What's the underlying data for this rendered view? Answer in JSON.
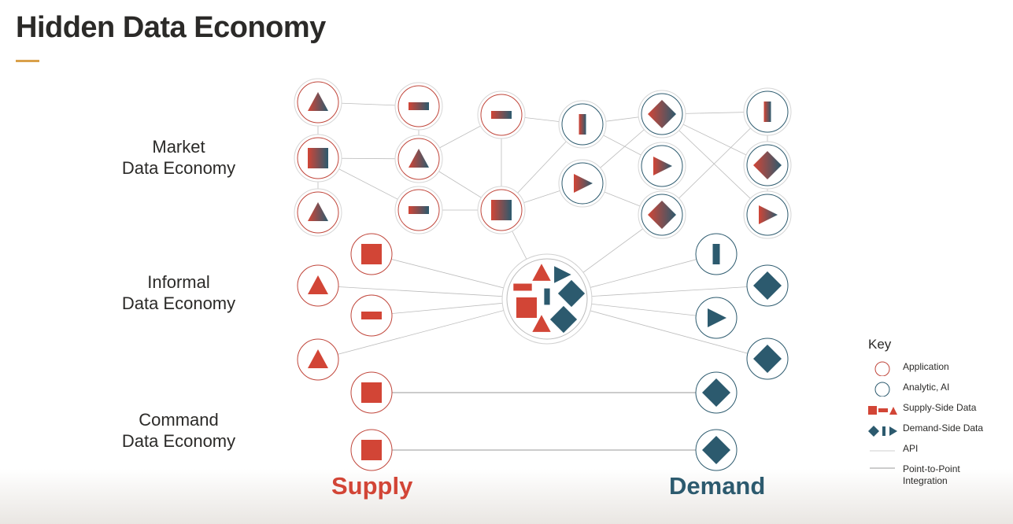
{
  "title": "Hidden Data Economy",
  "rows": {
    "market": [
      "Market",
      "Data Economy"
    ],
    "informal": [
      "Informal",
      "Data Economy"
    ],
    "command": [
      "Command",
      "Data Economy"
    ]
  },
  "axis": {
    "supply": "Supply",
    "demand": "Demand"
  },
  "colors": {
    "supply": "#d24536",
    "demand": "#2c5a6e",
    "app_ring": "#c0453a",
    "analytic_ring": "#2c5a6e",
    "line": "#bcbcbc"
  },
  "key": {
    "title": "Key",
    "application": "Application",
    "analytic": "Analytic, AI",
    "supply_side": "Supply-Side Data",
    "demand_side": "Demand-Side Data",
    "api": "API",
    "p2p": "Point-to-Point Integration"
  }
}
